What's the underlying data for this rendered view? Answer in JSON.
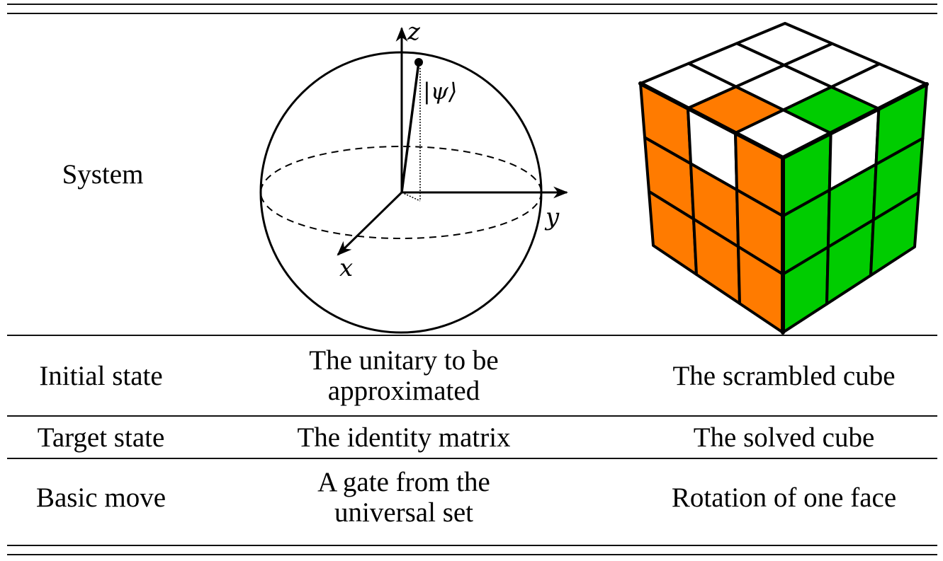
{
  "table": {
    "rows": [
      {
        "label": "System",
        "quantum": {
          "figure": "bloch-sphere",
          "axis_labels": {
            "x": "x",
            "y": "y",
            "z": "z"
          },
          "state_label": "|ψ⟩"
        },
        "cube": {
          "figure": "rubiks-cube-scrambled"
        }
      },
      {
        "label": "Initial state",
        "quantum_lines": [
          "The unitary to be",
          "approximated"
        ],
        "cube_text": "The scrambled cube"
      },
      {
        "label": "Target state",
        "quantum_lines": [
          "The identity matrix"
        ],
        "cube_text": "The solved cube"
      },
      {
        "label": "Basic move",
        "quantum_lines": [
          "A gate from the",
          "universal set"
        ],
        "cube_text": "Rotation of one face"
      }
    ]
  },
  "cube_colors": {
    "orange": "#ff7b00",
    "green": "#00cc00",
    "white": "#ffffff",
    "top_face": [
      [
        "white",
        "white",
        "white"
      ],
      [
        "orange",
        "white",
        "white"
      ],
      [
        "white",
        "green",
        "white"
      ]
    ],
    "left_face": [
      [
        "orange",
        "white",
        "orange"
      ],
      [
        "orange",
        "orange",
        "orange"
      ],
      [
        "orange",
        "orange",
        "orange"
      ]
    ],
    "right_face": [
      [
        "green",
        "white",
        "green"
      ],
      [
        "green",
        "green",
        "green"
      ],
      [
        "green",
        "green",
        "green"
      ]
    ]
  }
}
